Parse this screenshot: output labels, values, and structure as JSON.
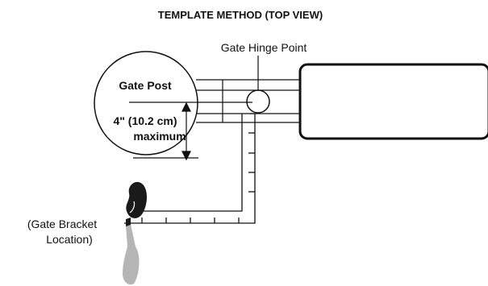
{
  "diagram": {
    "title": "TEMPLATE METHOD (TOP VIEW)",
    "labels": {
      "hinge_point": "Gate Hinge Point",
      "gate_post": "Gate Post",
      "measurement_line1": "4\" (10.2 cm)",
      "measurement_line2": "maximum",
      "bracket_line1": "(Gate Bracket",
      "bracket_line2": "Location)"
    },
    "colors": {
      "stroke": "#111111",
      "marker": "#1a1a1a",
      "pencil": "#b5b5b5"
    }
  }
}
